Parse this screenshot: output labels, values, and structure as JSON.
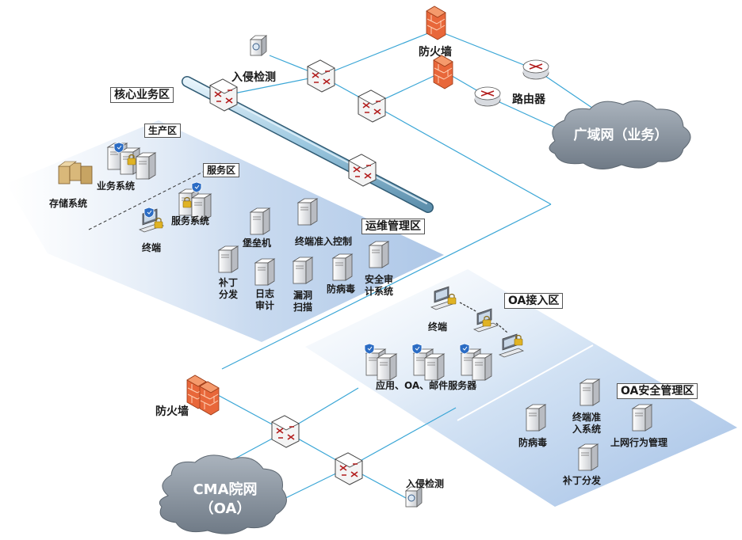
{
  "zones": {
    "core": "核心业务区",
    "production": "生产区",
    "service": "服务区",
    "ops": "运维管理区",
    "oa_access": "OA接入区",
    "oa_security": "OA安全管理区"
  },
  "nodes": {
    "ids_top": "入侵检测",
    "firewall_top": "防火墙",
    "router": "路由器",
    "wan": "广域网（业务）",
    "storage": "存储系统",
    "business_sys": "业务系统",
    "service_sys": "服务系统",
    "terminal_service": "终端",
    "bastion": "堡垒机",
    "nac": "终端准入控制",
    "patch_ops_1": "补丁",
    "patch_ops_2": "分发",
    "log_1": "日志",
    "log_2": "审计",
    "vuln_1": "漏洞",
    "vuln_2": "扫描",
    "antivirus_ops": "防病毒",
    "audit_1": "安全审",
    "audit_2": "计系统",
    "oa_terminal": "终端",
    "oa_servers": "应用、OA、邮件服务器",
    "firewall_bottom": "防火墙",
    "cma_1": "CMA院网",
    "cma_2": "（OA）",
    "ids_bottom": "入侵检测",
    "antivirus_oa": "防病毒",
    "nac_oa_1": "终端准",
    "nac_oa_2": "入系统",
    "behavior_mgmt": "上网行为管理",
    "patch_oa": "补丁分发"
  },
  "colors": {
    "link": "#3aa6d6",
    "zone_fill": "#c7d9ef",
    "firewall": "#e8673a",
    "cloud": "#8f9aa6",
    "bus": "#9cc8e0"
  }
}
